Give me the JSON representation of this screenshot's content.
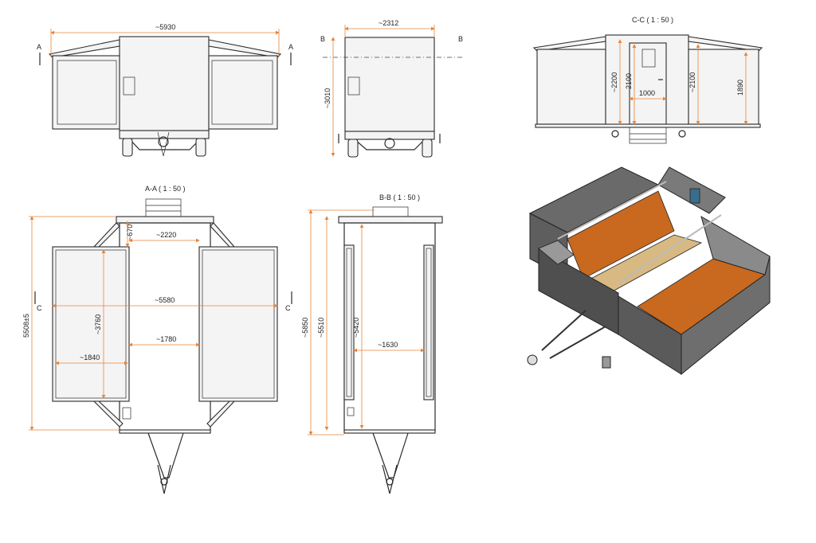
{
  "sections": {
    "aa": "A-A ( 1 : 50 )",
    "bb": "B-B ( 1 : 50 )",
    "cc": "C-C ( 1 : 50 )"
  },
  "markers": {
    "a": "A",
    "b": "B",
    "c": "C"
  },
  "dims": {
    "front_width": "~5930",
    "side_width": "~2312",
    "side_height": "~3010",
    "cc_h1": "~2200",
    "cc_h2": "2100",
    "cc_door": "1000",
    "cc_h3": "~2100",
    "cc_h4": "1890",
    "aa_670": "~670",
    "aa_2220": "~2220",
    "aa_5580": "~5580",
    "aa_3760": "~3760",
    "aa_1780": "~1780",
    "aa_1840": "~1840",
    "aa_total": "5508±5",
    "bb_5850": "~5850",
    "bb_5510": "~5510",
    "bb_5420": "~5420",
    "bb_1630": "~1630"
  },
  "colors": {
    "dimension": "#e8843a",
    "floor": "#c8691f",
    "wall": "#5b5b5b"
  }
}
